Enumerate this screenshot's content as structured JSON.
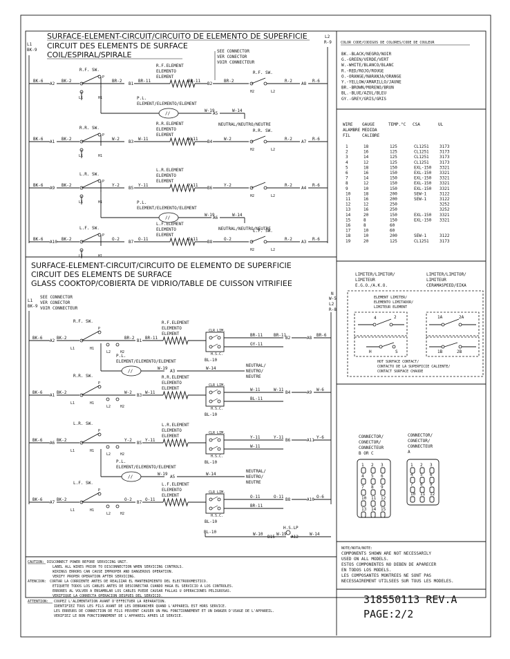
{
  "coil_title_1": "SURFACE-ELEMENT-CIRCUIT/CIRCUITO DE ELEMENTO DE SUPERFICIE",
  "coil_title_2": "CIRCUIT DES   ELEMENTS DE SURFACE",
  "coil_title_3": "COIL/ESPIRAL/SPIRALE",
  "see_connector": [
    "SEE CONNECTOR",
    "VER CONECTOR",
    "VOIR CONNECTEUR"
  ],
  "glass_title_1": "SURFACE-ELEMENT-CIRCUIT/CIRCUITO DE ELEMENTO DE SUPERFICIE",
  "glass_title_2": "CIRCUIT DES   ELEMENTS DE SURFACE",
  "glass_title_3": "GLASS COOKTOP/COBIERTA DE VIDRIO/TABLE DE CUISSON VITRIFIEE",
  "color_code": {
    "title": "COLOR CODE/CODIGOS DE COLORES/CODE DE COULEUR",
    "items": [
      "BK.-BLACK/NEGRO/NOIR",
      "G.-GREEN/VERDE/VERT",
      "W.-WHITE/BLANCO/BLANC",
      "R.-RED/ROJO/ROUGE",
      "O.-ORANGE/NARANJA/ORANGE",
      "Y.-YELLOW/AMARILLO/JAUNE",
      "BR.-BROWN/MORENO/BRUN",
      "BL.-BLUE/AZUL/BLEU",
      "GY.-GREY/GRIS/GRIS"
    ]
  },
  "wire_table": {
    "headers": [
      "WIRE",
      "GAUGE",
      "TEMP.°C",
      "CSA",
      "UL"
    ],
    "headers2": [
      "ALAMBRE",
      "MEDIDA"
    ],
    "headers3": [
      "FIL",
      "CALIBRE"
    ],
    "rows": [
      [
        "1",
        "18",
        "125",
        "CL1251",
        "3173"
      ],
      [
        "2",
        "16",
        "125",
        "CL1251",
        "3173"
      ],
      [
        "3",
        "14",
        "125",
        "CL1251",
        "3173"
      ],
      [
        "4",
        "12",
        "125",
        "CL1251",
        "3173"
      ],
      [
        "5",
        "18",
        "150",
        "EXL-150",
        "3321"
      ],
      [
        "6",
        "16",
        "150",
        "EXL-150",
        "3321"
      ],
      [
        "7",
        "14",
        "150",
        "EXL-150",
        "3321"
      ],
      [
        "8",
        "12",
        "150",
        "EXL-150",
        "3321"
      ],
      [
        "9",
        "10",
        "150",
        "EXL-150",
        "3321"
      ],
      [
        "10",
        "18",
        "200",
        "SEW-1",
        "3122"
      ],
      [
        "11",
        "16",
        "200",
        "SEW-1",
        "3122"
      ],
      [
        "12",
        "12",
        "250",
        "",
        "3252"
      ],
      [
        "13",
        "16",
        "250",
        "",
        "3252"
      ],
      [
        "14",
        "20",
        "150",
        "EXL-150",
        "3321"
      ],
      [
        "15",
        "8",
        "150",
        "EXL-150",
        "3321"
      ],
      [
        "16",
        "8",
        "60",
        "",
        ""
      ],
      [
        "17",
        "10",
        "60",
        "",
        ""
      ],
      [
        "18",
        "10",
        "200",
        "SEW-1",
        "3122"
      ],
      [
        "19",
        "20",
        "125",
        "CL1251",
        "3173"
      ]
    ]
  },
  "limiter": {
    "left": [
      "LIMITER/LIMITOR/",
      "LIMITEUR",
      "E.G.O./A.K.O."
    ],
    "right": [
      "LIMITER/LIMITOR/",
      "LIMITEUR",
      "CERAMASPEED/EIKA"
    ],
    "inner": [
      "ELEMENT LIMITER/",
      "ELEMENTO LIMITADOR/",
      "LIMITEUR ELEMENT"
    ],
    "hot": [
      "HOT SURFACE CONTACT/",
      "CONTACTO DE LA SUPERFICIE CALIENTE/",
      "CONTACT SURFACE CHAUDE"
    ],
    "terms_left": [
      "4",
      "2",
      "H",
      "S"
    ],
    "terms_right": [
      "1A",
      "2A",
      "1B",
      "2B"
    ]
  },
  "connectors": {
    "left": [
      "CONNECTOR/",
      "CONECTOR/",
      "CONNECTEUR",
      "B OR C"
    ],
    "right": [
      "CONNECTOR/",
      "CONECTOR/",
      "CONNECTEUR",
      "A"
    ],
    "left_pins": [
      "1",
      "2",
      "3",
      "4",
      "5",
      "6",
      "7",
      "8",
      "9",
      "10",
      "11",
      "12",
      "13",
      "14",
      "15"
    ],
    "right_pins": [
      "1",
      "2",
      "3",
      "4",
      "5",
      "6",
      "7",
      "8",
      "9",
      "10",
      "11",
      "12"
    ]
  },
  "note": [
    "NOTE/NOTA/NOTE:",
    "COMPONENTS SHOWN ARE NOT NECESSARILY",
    "USED ON ALL MODELS.",
    "ESTOS COMPONENTES NO DEBEN DE APARECER",
    "EN TODOS LOS MODELS.",
    "LES COMPOSANTES MONTREES NE SONT PAS",
    "NECESSAIREMENT UTILSEES SUR TOUS LES MODELES."
  ],
  "part_number": "318550113 REV.A",
  "page": "PAGE:2/2",
  "caution": {
    "label": "CAUTION:",
    "lines": [
      "DISCONNECT POWER BEFORE SERVICING UNIT.",
      "LABEL ALL WIRES PRIOR TO DISCONNECTION WHEN SERVICING CONTROLS.",
      "WIRINGS ERRORS CAN CAUSE IMPROPER AND DANGEROUS OPERATION.",
      "VERIFY PROPER OPERATION AFTER SERVICING."
    ]
  },
  "atencion": {
    "label": "ATENCION:",
    "lines": [
      "CORTAR LA CORRIENTE ANTES DE REALIZAR EL MANTENIMIENTO DEL ELECTRODOMESTICO.",
      "ETIQUETE TODOS LOS CABLES ANTES DE DESCONECTAR CUANDO HAGA EL SERVICIO A LOS CONTROLES.",
      "ERRORES AL VOLVER A ENSAMBLAR LOS CABLES PUEDE CAUSAR FALLAS U OPERACIONES PELIGROSAS.",
      "VERIFIQUE LA CORRECTA OPERACION DESPUES DEL SERVICIO."
    ]
  },
  "attention": {
    "label": "ATTENTION:",
    "lines": [
      "COUPEZ L'ALIMENTATION AVANT D'EFFECTUER LA REPARATION.",
      "IDENTIFIEZ TOUS LES FILS AVANT DE LES DEBRANCHER QUAND L'APPAREIL EST HORS SERVICE.",
      "LES ERREURS DE CONNECTION DE FILS PEUVENT CAUSER UN MAL FONCTIONNEMENT ET UN DANGER D'USAGE DE L'APPAREIL.",
      "VERIFIEZ LE BON FONCTIONNEMENT DE L'APPAREIL APRES LE SERVICE."
    ]
  },
  "coil_rows": [
    {
      "switch": "R.F. SW.",
      "left_wire": "BK-6",
      "term_a": "A2",
      "sw_wire": "BK-2",
      "out_wire": "BR-2",
      "b_term": "B1",
      "elem": [
        "R.F.ELEMENT",
        "ELEMENTO",
        "ELEMENT"
      ],
      "w1": "BR-11",
      "w2": "BR-11",
      "b_out": "B2",
      "rsw": "R.F. SW.",
      "w3": "BR-2",
      "w4": "R-2",
      "a_out": "A8",
      "right_wire": "R-6"
    },
    {
      "switch": "R.R. SW.",
      "left_wire": "BK-6",
      "term_a": "A1",
      "sw_wire": "BK-2",
      "out_wire": "W-2",
      "b_term": "B3",
      "elem": [
        "R.R.ELEMENT",
        "ELEMENTO",
        "ELEMENT"
      ],
      "w1": "W-11",
      "w2": "W-11",
      "b_out": "B4",
      "rsw": "R.R. SW.",
      "w3": "W-2",
      "w4": "R-2",
      "a_out": "A7",
      "right_wire": "R-6"
    },
    {
      "switch": "L.R. SW.",
      "left_wire": "BK-6",
      "term_a": "A9",
      "sw_wire": "BK-2",
      "out_wire": "Y-2",
      "b_term": "B5",
      "elem": [
        "L.R.ELEMENT",
        "ELEMENTO",
        "ELEMENT"
      ],
      "w1": "Y-11",
      "w2": "Y-11",
      "b_out": "B6",
      "rsw": "",
      "w3": "Y-2",
      "w4": "R-2",
      "a_out": "A4",
      "right_wire": "R-6"
    },
    {
      "switch": "L.F. SW.",
      "left_wire": "BK-6",
      "term_a": "A10",
      "sw_wire": "BK-2",
      "out_wire": "O-2",
      "b_term": "B7",
      "elem": [
        "L.F.ELEMENT",
        "ELEMENTO",
        "ELEMENT"
      ],
      "w1": "O-11",
      "w2": "O-11",
      "b_out": "B8",
      "rsw": "L.F. SW.",
      "w3": "O-2",
      "w4": "R-2",
      "a_out": "A3",
      "right_wire": "R-6"
    }
  ],
  "coil_pl": [
    {
      "label": [
        "P.L.",
        "ELEMENT/ELEMENTO/ELEMENT"
      ],
      "w1": "W-19",
      "term": "A5",
      "w2": "W-14",
      "neutral": "NEUTRAL/NEUTRO/NEUTRE"
    },
    {
      "label": [
        "P.L.",
        "ELEMENT/ELEMENTO/ELEMENT"
      ],
      "w1": "W-19",
      "term": "A6",
      "w2": "W-14",
      "neutral": "NEUTRAL/NEUTRO/NEUTRE"
    }
  ],
  "glass_rows": [
    {
      "switch": "R.F. SW.",
      "left_wire": "BK-6",
      "term_a": "A2",
      "sw_wire": "BK-2",
      "out_wire": "BR-2",
      "b_term": "B1",
      "elem": [
        "R.F.ELEMENT",
        "ELEMENTO",
        "ELEMENT"
      ],
      "w1": "BR-11",
      "lim_wire": "BR-11",
      "lim_wire2": "GY-11",
      "b_out": "B2",
      "a_out": "A8",
      "right_wire": "BR-6",
      "bl": "BL-10"
    },
    {
      "switch": "R.R. SW.",
      "left_wire": "BK-6",
      "term_a": "A1",
      "sw_wire": "BK-2",
      "out_wire": "W-2",
      "b_term": "B3",
      "elem": [
        "R.R.ELEMENT",
        "ELEMENTO",
        "ELEMENT"
      ],
      "w1": "W-11",
      "lim_wire": "W-11",
      "lim_wire2": "BL-11",
      "b_out": "B4",
      "a_out": "A9",
      "right_wire": "W-6",
      "bl": "BL-10"
    },
    {
      "switch": "L.R. SW.",
      "left_wire": "BK-6",
      "term_a": "A6",
      "sw_wire": "BK-2",
      "out_wire": "Y-2",
      "b_term": "B5",
      "elem": [
        "L.R.ELEMENT",
        "ELEMENTO",
        "ELEMENT"
      ],
      "w1": "Y-11",
      "lim_wire": "Y-11",
      "lim_wire2": "W-11",
      "b_out": "B6",
      "a_out": "A11",
      "right_wire": "Y-6",
      "bl": "BL-10"
    },
    {
      "switch": "L.F. SW.",
      "left_wire": "BK-6",
      "term_a": "A7",
      "sw_wire": "BK-2",
      "out_wire": "O-2",
      "b_term": "B7",
      "elem": [
        "L.F.ELEMENT",
        "ELEMENTO",
        "ELEMENT"
      ],
      "w1": "O-11",
      "lim_wire": "O-11",
      "lim_wire2": "BR-11",
      "b_out": "B8",
      "a_out": "A10",
      "right_wire": "O-6",
      "bl": "BL-10"
    }
  ],
  "glass_pl": [
    {
      "label": [
        "P.L.",
        "ELEMENT/ELEMENTO/ELEMENT"
      ],
      "w1": "W-19",
      "term": "A3",
      "w2": "W-14",
      "neutral": [
        "NEUTRAL/",
        "NEUTRO/",
        "NEUTRE"
      ]
    },
    {
      "label": [
        "P.L.",
        "ELEMENT/ELEMENTO/ELEMENT"
      ],
      "w1": "W-19",
      "term": "A5",
      "w2": "W-14",
      "neutral": [
        "NEUTRAL/",
        "NEUTRO/",
        "NEUTRE"
      ]
    }
  ],
  "hslp": {
    "label": "H.S.LP",
    "w1": "W-10",
    "b": "B15",
    "w2": "W-19",
    "a": "A12",
    "w3": "W-14"
  },
  "misc": {
    "l1": "L1",
    "bk9": "BK-9",
    "l2": "L2",
    "r9": "R-9",
    "n": "N",
    "w5": "W-5",
    "r8": "R-8",
    "h1": "H1",
    "h2": "H2",
    "p": "P",
    "l1s": "L1",
    "l2s": "L2",
    "two": "2",
    "one": "1",
    "four": "4",
    "clr": "CLR LIM.",
    "hsc": "H.S.C."
  }
}
